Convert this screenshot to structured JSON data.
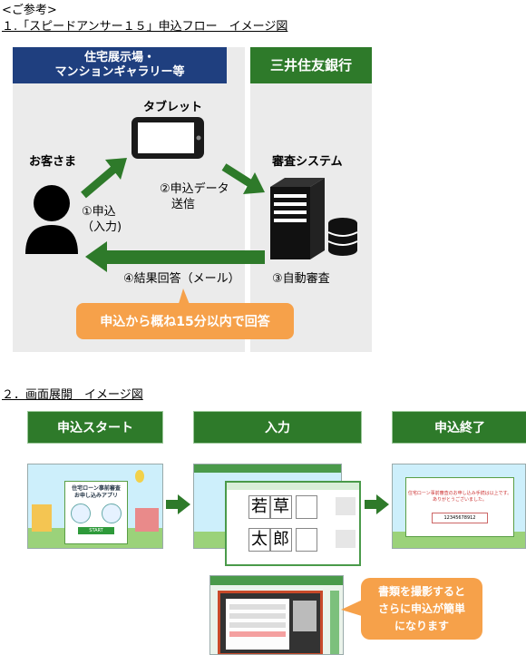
{
  "page": {
    "note": "<ご参考>",
    "section1_title": "１.「スピードアンサー１５」申込フロー　イメージ図",
    "section2_title": "２．画面展開　イメージ図"
  },
  "flow": {
    "left_header": "住宅展示場・\nマンションギャラリー等",
    "right_header": "三井住友銀行",
    "tablet_label": "タブレット",
    "customer_label": "お客さま",
    "system_label": "審査システム",
    "step1": "①申込\n（入力)",
    "step2": "②申込データ\n　送信",
    "step3": "③自動審査",
    "step4": "④結果回答（メール）",
    "banner": "申込から概ね15分以内で回答"
  },
  "screens": {
    "step_start": "申込スタート",
    "step_input": "入力",
    "step_end": "申込終了",
    "start_title": "住宅ローン事前審査\nお申し込みアプリ",
    "start_btn": "START",
    "kanji1": "若",
    "kanji2": "草",
    "kanji3": "太",
    "kanji4": "郎",
    "complete_title": "住宅ローン事前審査のお申し込み手続は以上です。\nありがとうございました。",
    "receipt_no": "12345678912",
    "callout": "書類を撮影すると\nさらに申込が簡単\nになります"
  },
  "colors": {
    "green": "#2e7a2a",
    "navy": "#1f3f7f",
    "orange": "#f6a14a",
    "panel": "#ebebeb"
  }
}
